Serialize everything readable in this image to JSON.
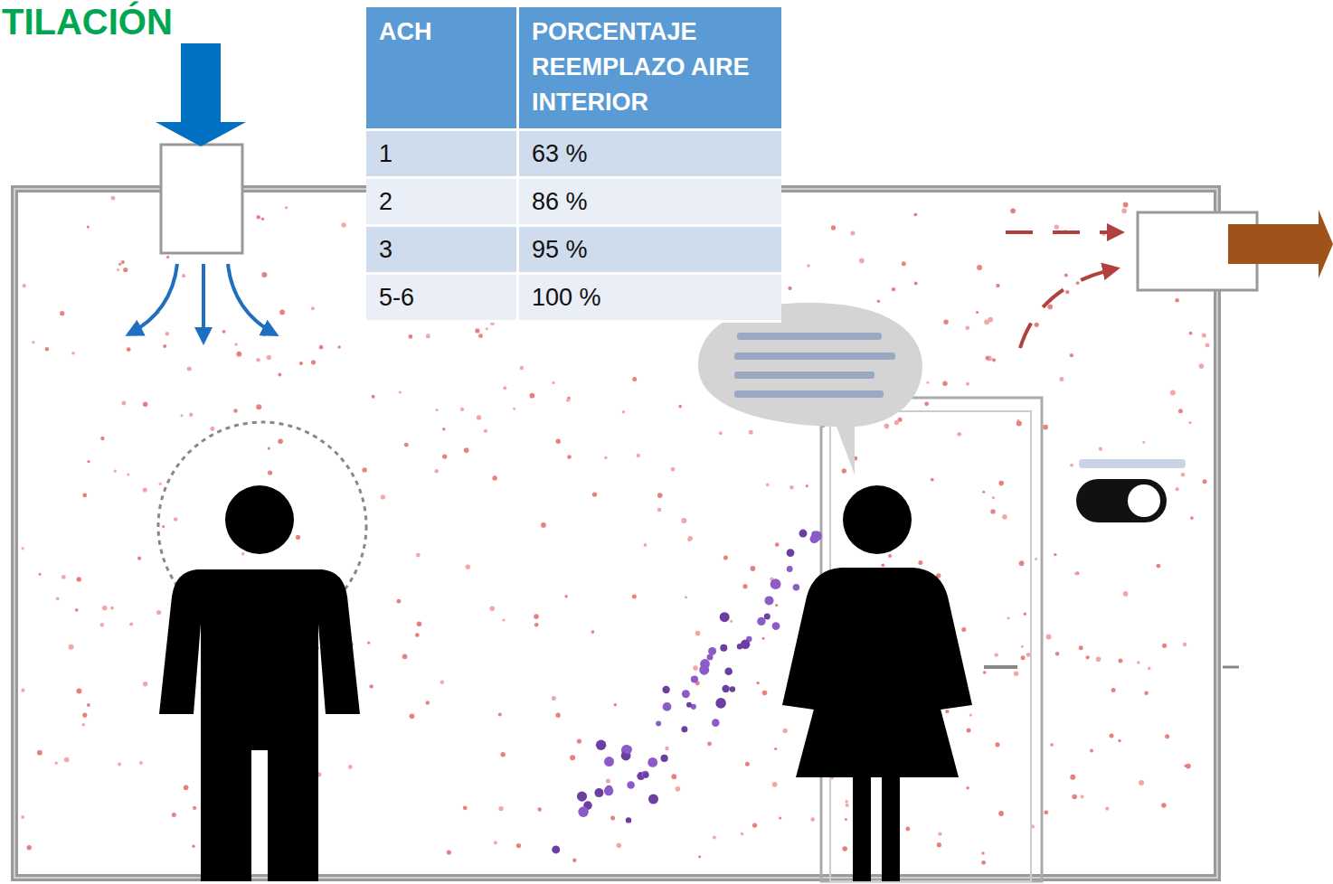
{
  "diagram": {
    "title": "TILACIÓN",
    "labels": [
      "ACH",
      "PORCENTAJE REEMPLAZO AIRE INTERIOR",
      "1",
      "63 %",
      "2",
      "86 %",
      "3",
      "95 %",
      "5-6",
      "100 %"
    ]
  }
}
